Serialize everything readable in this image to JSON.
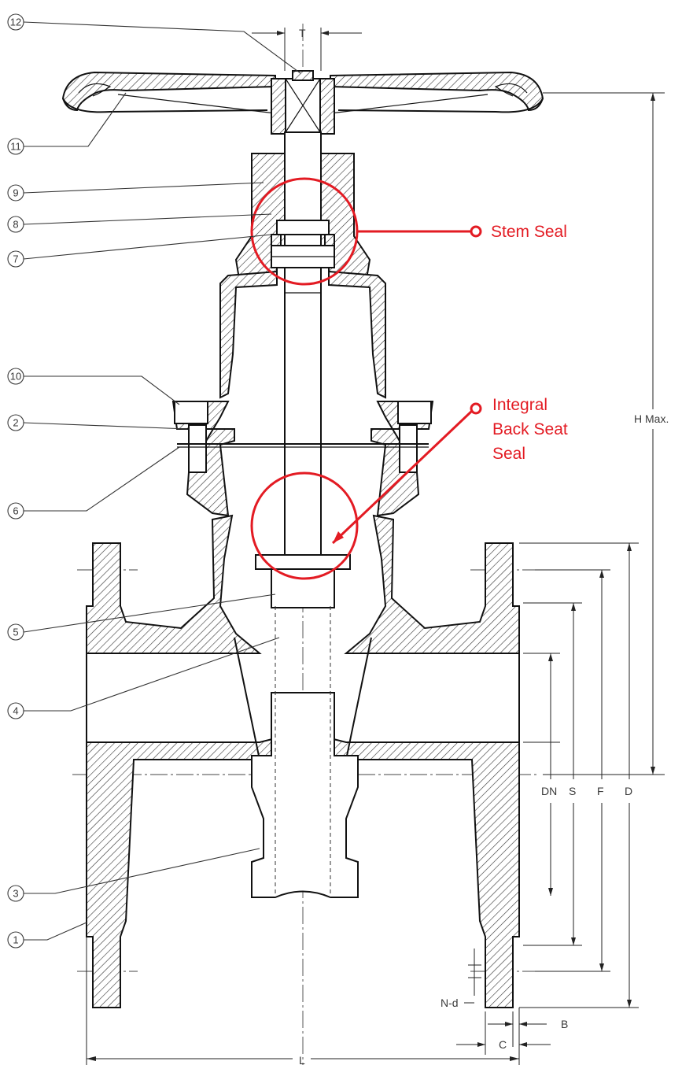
{
  "callouts": [
    {
      "num": "12"
    },
    {
      "num": "11"
    },
    {
      "num": "9"
    },
    {
      "num": "8"
    },
    {
      "num": "7"
    },
    {
      "num": "10"
    },
    {
      "num": "2"
    },
    {
      "num": "6"
    },
    {
      "num": "5"
    },
    {
      "num": "4"
    },
    {
      "num": "3"
    },
    {
      "num": "1"
    }
  ],
  "highlights": {
    "stem_seal": "Stem Seal",
    "back_seat_line1": "Integral",
    "back_seat_line2": "Back Seat",
    "back_seat_line3": "Seal",
    "accent_color": "#e31b23"
  },
  "dimensions": {
    "T": "T",
    "H": "H  Max.",
    "DN": "DN",
    "S": "S",
    "F": "F",
    "D": "D",
    "Nd": "N-d",
    "B": "B",
    "C": "C",
    "L": "L"
  }
}
